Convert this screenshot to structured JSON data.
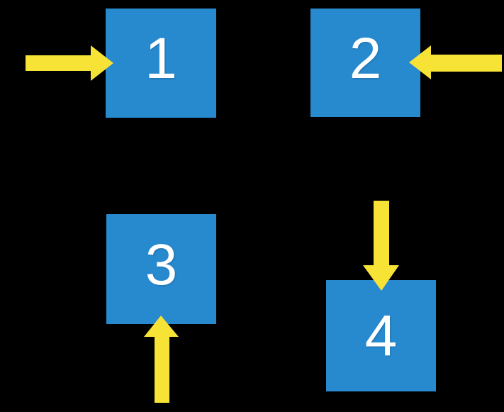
{
  "canvas": {
    "background": "#000000",
    "description": "Four numbered blue squares on a black background, each indicated by a yellow arrow pointing into it from a different direction"
  },
  "colors": {
    "square_fill": "#2789CE",
    "arrow_fill": "#F7E336",
    "label_color": "#FFFFFF"
  },
  "squares": [
    {
      "label": "1",
      "arrow_direction": "right",
      "arrow_enters_from": "left side"
    },
    {
      "label": "2",
      "arrow_direction": "left",
      "arrow_enters_from": "right side"
    },
    {
      "label": "3",
      "arrow_direction": "up",
      "arrow_enters_from": "bottom side"
    },
    {
      "label": "4",
      "arrow_direction": "down",
      "arrow_enters_from": "top side"
    }
  ]
}
